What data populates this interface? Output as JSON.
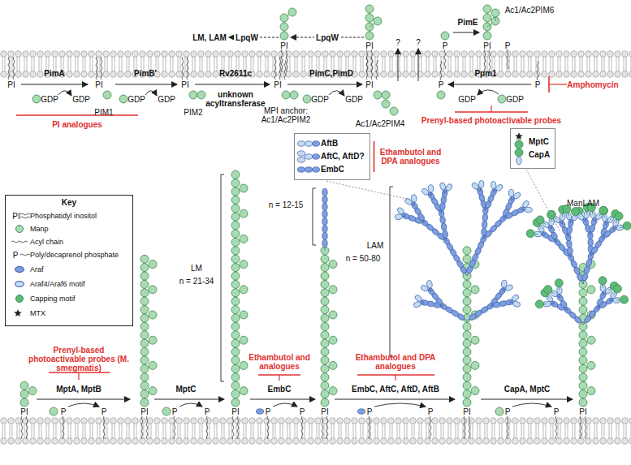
{
  "diagram": {
    "nodes": [
      {
        "text": [
          "AftB",
          "AftC, AftD?",
          "EmbC"
        ]
      },
      {
        "text": [
          "MptC",
          "CapA"
        ]
      },
      {
        "text": [
          "Key"
        ]
      }
    ],
    "labels": [
      "LM, LAM",
      "LpqW",
      "LpqW",
      "Ac1/Ac2PIM6",
      "PimE",
      "?",
      "?",
      "PI",
      "PI",
      "PI",
      "P",
      "P",
      "PI",
      "PimA",
      "GDP",
      "GDP",
      "PI",
      "PIM1",
      "PimB'",
      "GDP",
      "GDP",
      "PI",
      "PIM2",
      "Rv2611c",
      "unknown acyltransferase",
      "PI",
      "MPI anchor: Ac1/Ac2PIM2",
      "PimC,PimD",
      "GDP",
      "GDP",
      "PI",
      "Ac1/Ac2PIM4",
      "Ppm1",
      "GDP",
      "GDP",
      "P",
      "P",
      "Amphomycin",
      "Prenyl-based photoactivable probes",
      "PI analogues",
      "Ethambutol and DPA analogues",
      "Prenyl-based photoactivable probes (M. smegmatis)",
      "MptA, MptB",
      "MptC",
      "LM",
      "n = 21-34",
      "n = 12-15",
      "Ethambutol and analogues",
      "EmbC",
      "n = 50-80",
      "LAM",
      "Ethambutol and DPA analogues",
      "EmbC, AftC, AftD, AftB",
      "CapA, MptC",
      "ManLAM",
      "PI",
      "PI",
      "PI",
      "PI",
      "PI",
      "PI",
      "P",
      "P",
      "P",
      "P",
      "P",
      "P",
      "P",
      "P",
      "P",
      "P",
      "PI",
      "P"
    ],
    "legend": [
      {
        "text": "Phosphatidyl inositol"
      },
      {
        "text": "Manp",
        "color": "#a9dbb2"
      },
      {
        "text": "Acyl chain"
      },
      {
        "text": "Poly/decaprenol phosphate"
      },
      {
        "text": "Araf",
        "color": "#7d9fe0"
      },
      {
        "text": "Araf4/Araf6 motif",
        "color": "#c3dcf4"
      },
      {
        "text": "Capping motif",
        "color": "#5dbb78"
      },
      {
        "text": "MTX"
      }
    ]
  }
}
